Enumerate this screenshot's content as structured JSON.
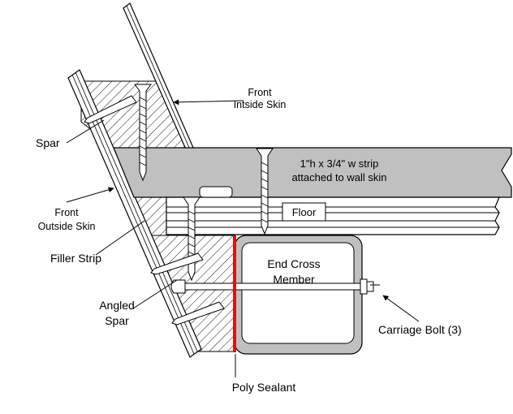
{
  "labels": {
    "front_inside_skin_line1": "Front",
    "front_inside_skin_line2": "Intside Skin",
    "spar": "Spar",
    "strip_line1": "1\"h x 3/4\" w strip",
    "strip_line2": "attached to wall skin",
    "front_outside_skin_line1": "Front",
    "front_outside_skin_line2": "Outside Skin",
    "floor": "Floor",
    "filler_strip": "Filler Strip",
    "end_cross_member_line1": "End Cross",
    "end_cross_member_line2": "Member",
    "angled_spar_line1": "Angled",
    "angled_spar_line2": "Spar",
    "carriage_bolt": "Carriage Bolt (3)",
    "poly_sealant": "Poly Sealant"
  },
  "colors": {
    "wood_fill": "#c0c0c0",
    "sealant": "#e01010",
    "line": "#000000",
    "background": "#ffffff"
  }
}
